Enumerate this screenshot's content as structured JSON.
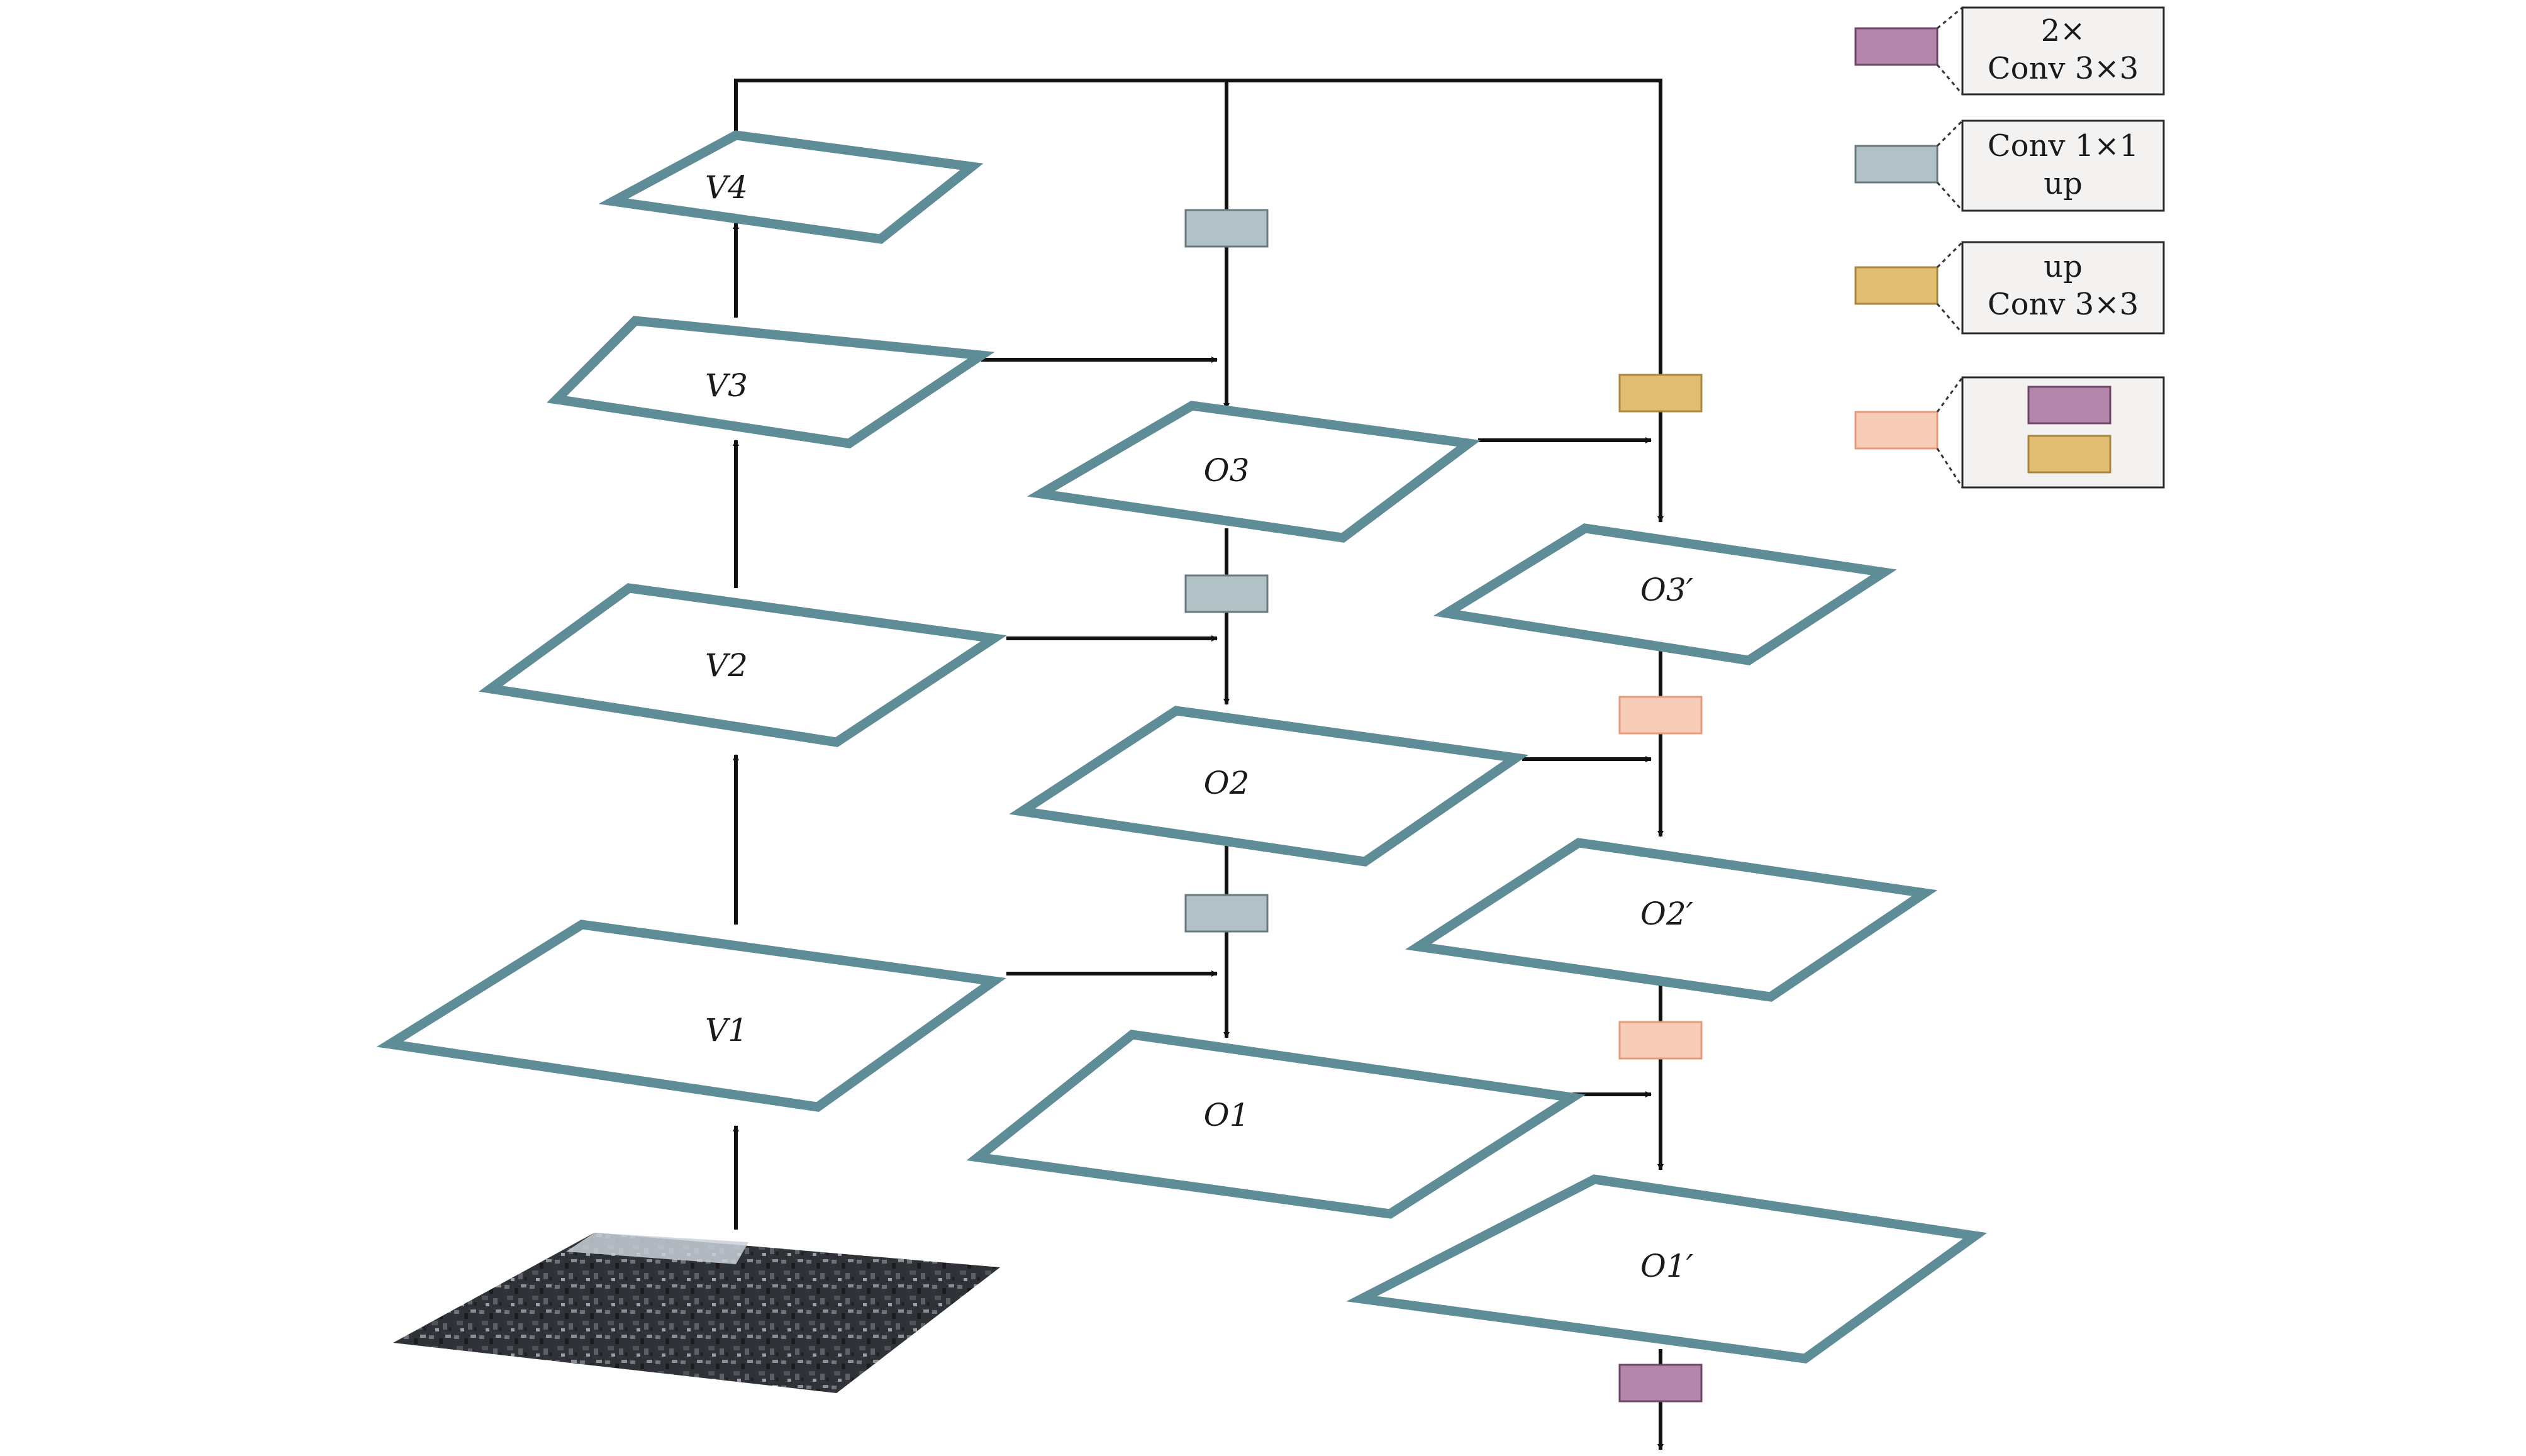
{
  "nodes": {
    "v4": "V4",
    "v3": "V3",
    "v2": "V2",
    "v1": "V1",
    "o3": "O3",
    "o2": "O2",
    "o1": "O1",
    "o3p": "O3′",
    "o2p": "O2′",
    "o1p": "O1′"
  },
  "legend": {
    "purple": {
      "line1": "2×",
      "line2": "Conv 3×3",
      "color": "#b486ac"
    },
    "gray": {
      "line1": "Conv 1×1",
      "line2": "up",
      "color": "#b2c1c5"
    },
    "gold": {
      "line1": "up",
      "line2": "Conv 3×3",
      "color": "#e2be72"
    },
    "pink": {
      "color": "#f8cdb8"
    }
  },
  "colors": {
    "plane_border": "#5e8d98",
    "arrow": "#111111"
  }
}
